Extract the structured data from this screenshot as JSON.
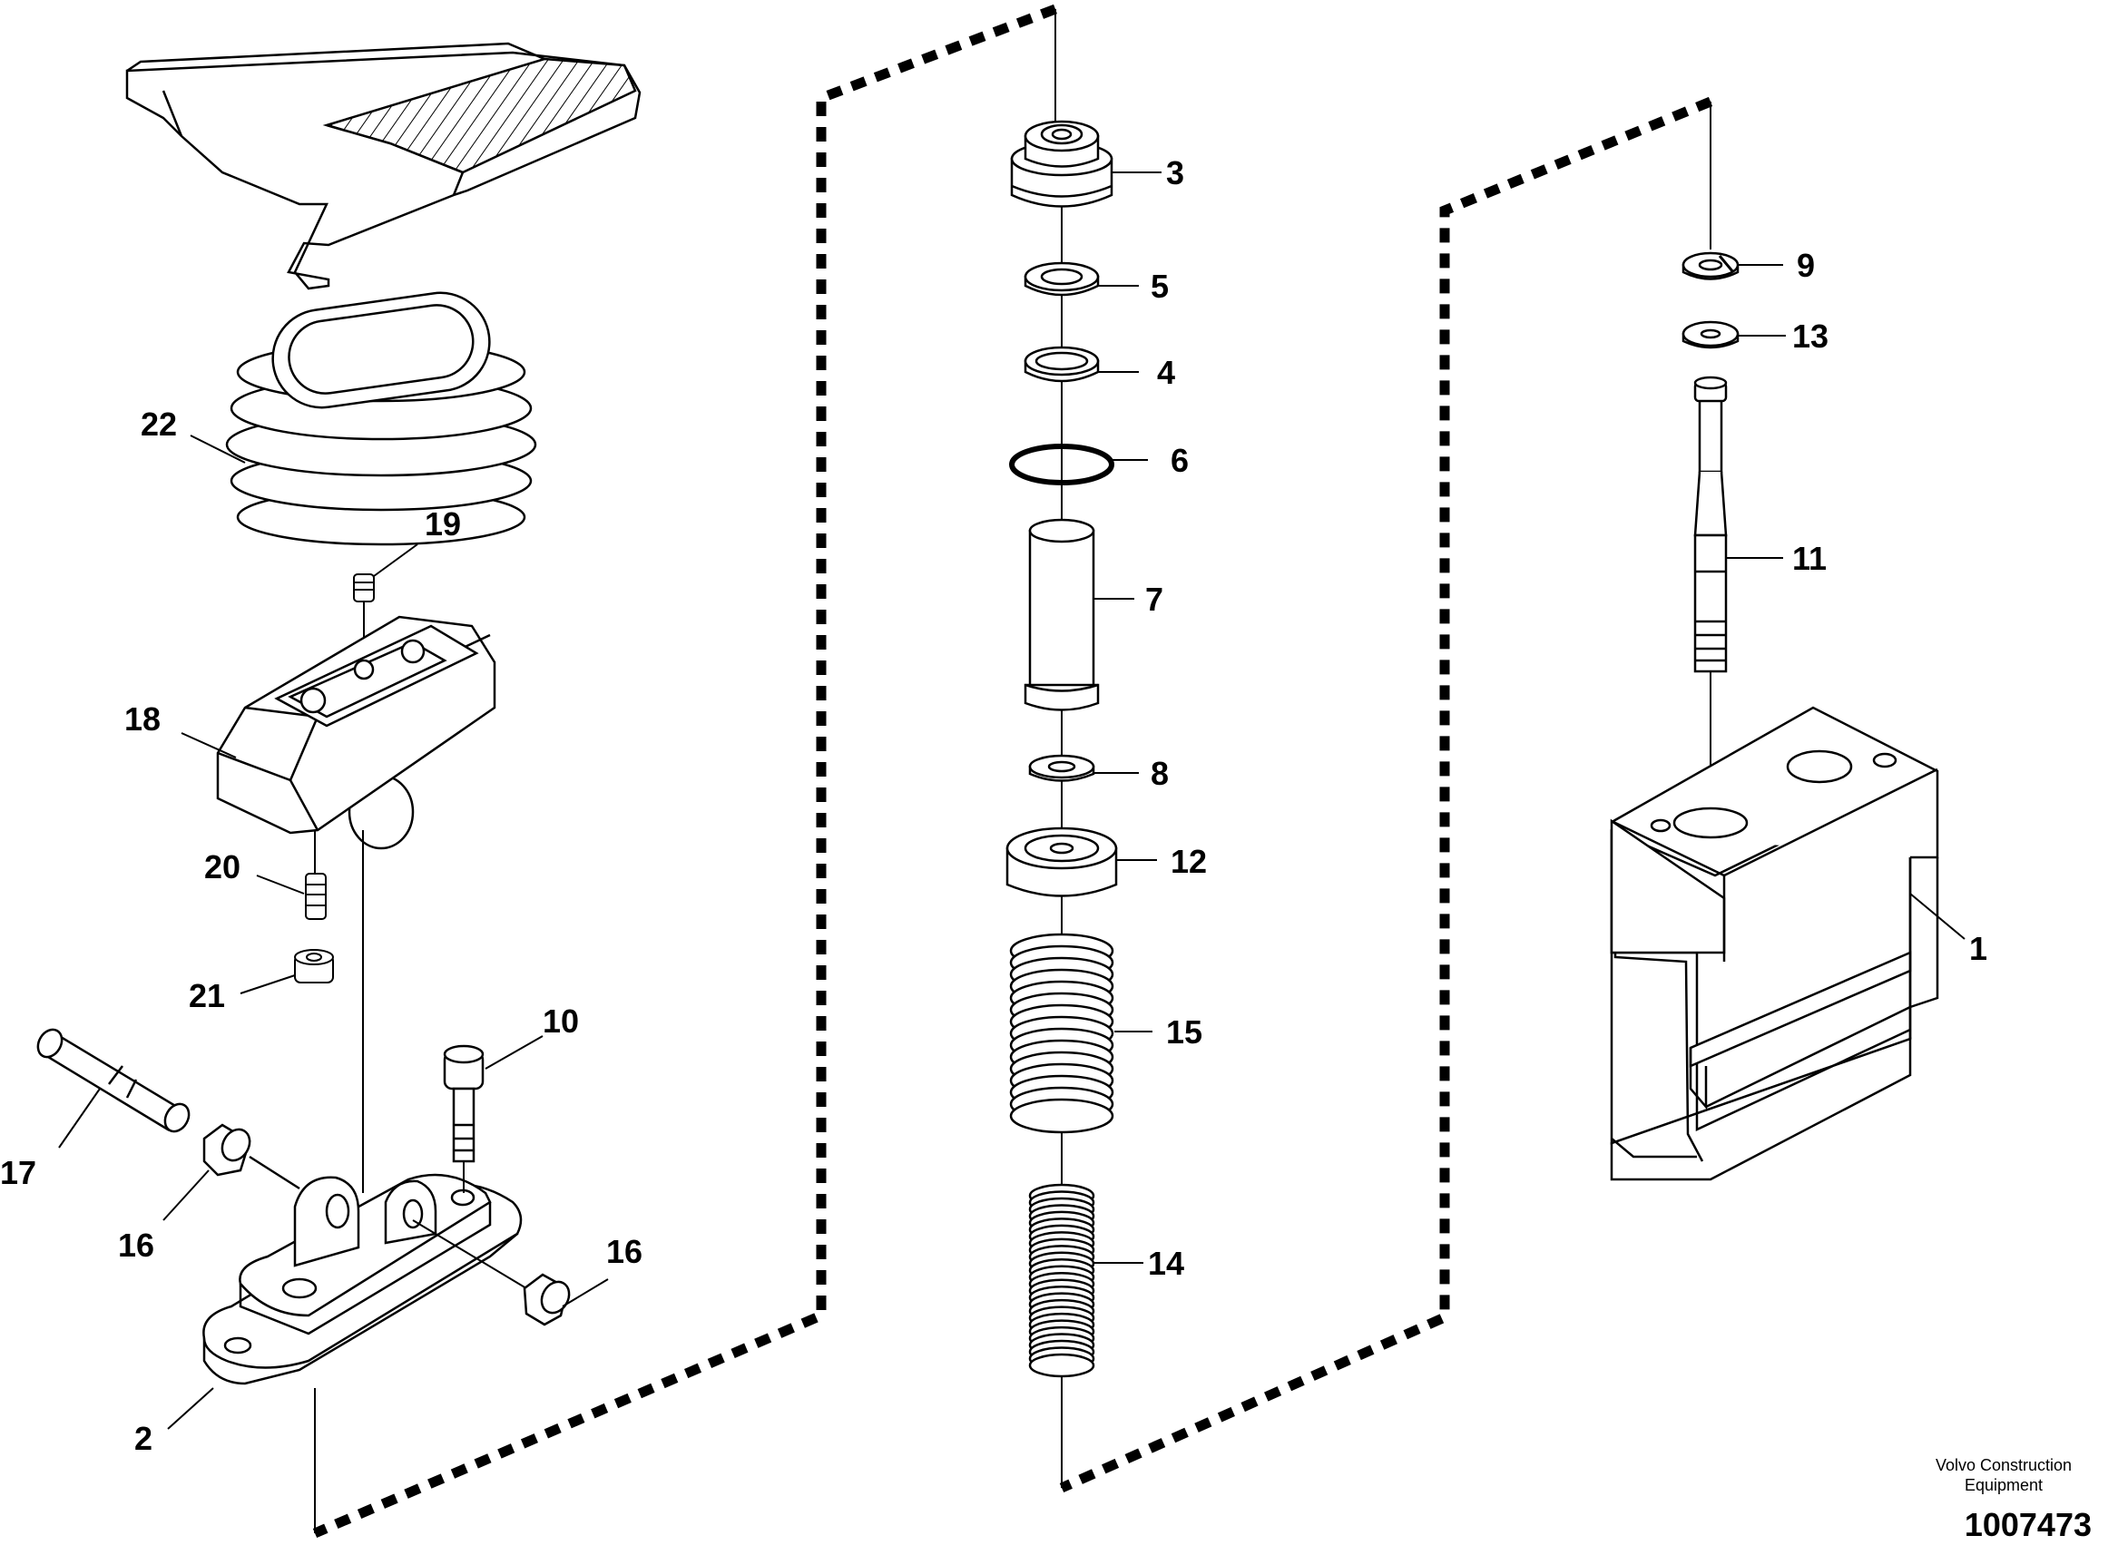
{
  "labels": {
    "p1": "1",
    "p2": "2",
    "p3": "3",
    "p4": "4",
    "p5": "5",
    "p6": "6",
    "p7": "7",
    "p8": "8",
    "p9": "9",
    "p10": "10",
    "p11": "11",
    "p12": "12",
    "p13": "13",
    "p14": "14",
    "p15": "15",
    "p16a": "16",
    "p16b": "16",
    "p17": "17",
    "p18": "18",
    "p19": "19",
    "p20": "20",
    "p21": "21",
    "p22": "22"
  },
  "footer": {
    "company_line1": "Volvo Construction",
    "company_line2": "Equipment",
    "document_number": "1007473"
  }
}
